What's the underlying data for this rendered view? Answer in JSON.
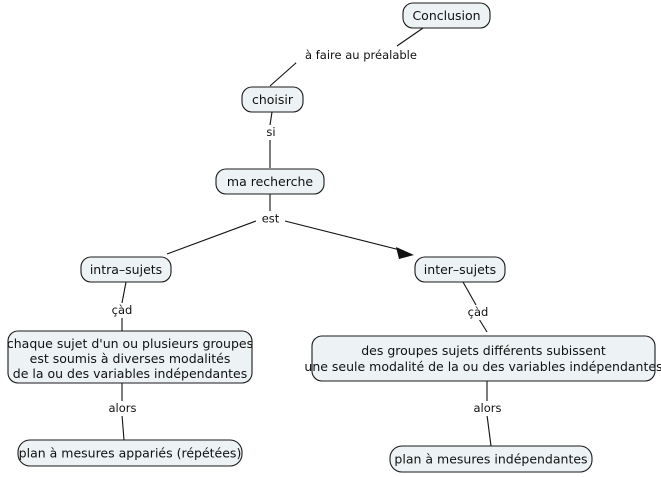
{
  "diagram": {
    "title_text": "Conclusion",
    "language": "fr",
    "background_color": "#ffffff",
    "node_fill_color": "#edf3f5",
    "node_stroke_color": "#1a1a1a",
    "line_color": "#111111"
  },
  "nodes": {
    "conclusion": {
      "label": "Conclusion"
    },
    "choisir": {
      "label": "choisir"
    },
    "ma_recherche": {
      "label": "ma recherche"
    },
    "intra_sujets": {
      "label": "intra–sujets"
    },
    "inter_sujets": {
      "label": "inter–sujets"
    },
    "intra_definition": {
      "line1": "chaque sujet d'un ou plusieurs groupes",
      "line2": "est soumis à diverses modalités",
      "line3": "de la ou des variables indépendantes"
    },
    "inter_definition": {
      "line1": "des groupes sujets différents subissent",
      "line2": "une seule modalité de la ou des variables indépendantes"
    },
    "plan_apparies": {
      "label": "plan à mesures appariés (répétées)"
    },
    "plan_independantes": {
      "label": "plan à mesures indépendantes"
    }
  },
  "link_labels": {
    "conclusion_choisir": "à faire au préalable",
    "choisir_recherche": "si",
    "recherche_branch": "est",
    "intra_cad": "çàd",
    "inter_cad": "çàd",
    "intra_alors": "alors",
    "inter_alors": "alors"
  }
}
